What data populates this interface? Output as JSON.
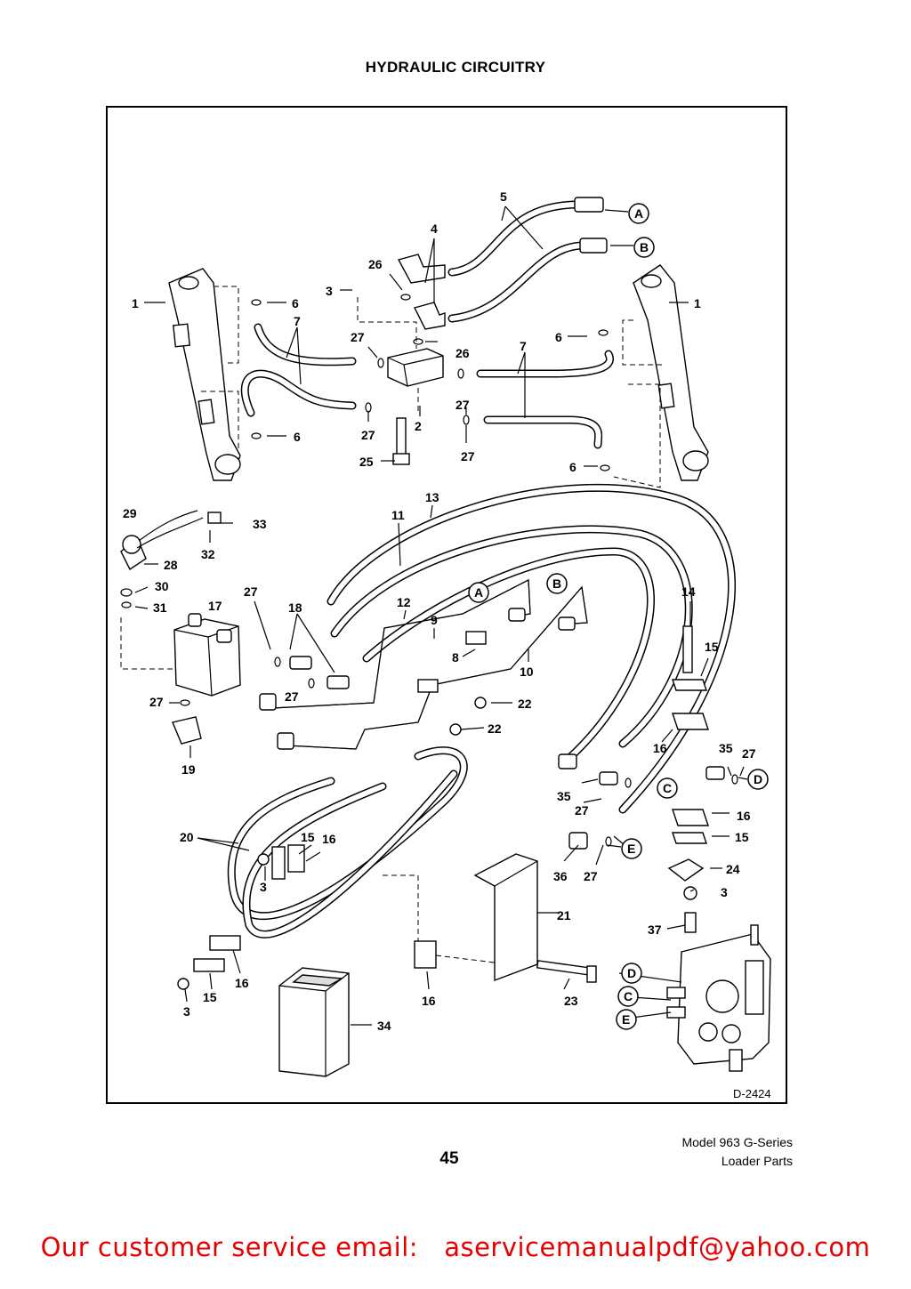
{
  "title": "HYDRAULIC CIRCUITRY",
  "drawing_id": "D-2424",
  "page_number": "45",
  "model_line1": "Model 963 G-Series",
  "model_line2": "Loader Parts",
  "footer_email_line": "Our customer service email:   aservicemanualpdf@yahoo.com",
  "connection_labels": [
    "A",
    "B",
    "C",
    "D",
    "E"
  ],
  "part_numbers": [
    "1",
    "2",
    "3",
    "4",
    "5",
    "6",
    "7",
    "8",
    "9",
    "10",
    "11",
    "12",
    "13",
    "14",
    "15",
    "16",
    "17",
    "18",
    "19",
    "20",
    "21",
    "22",
    "23",
    "24",
    "25",
    "26",
    "27",
    "28",
    "29",
    "30",
    "31",
    "32",
    "33",
    "34",
    "35",
    "36",
    "37"
  ]
}
